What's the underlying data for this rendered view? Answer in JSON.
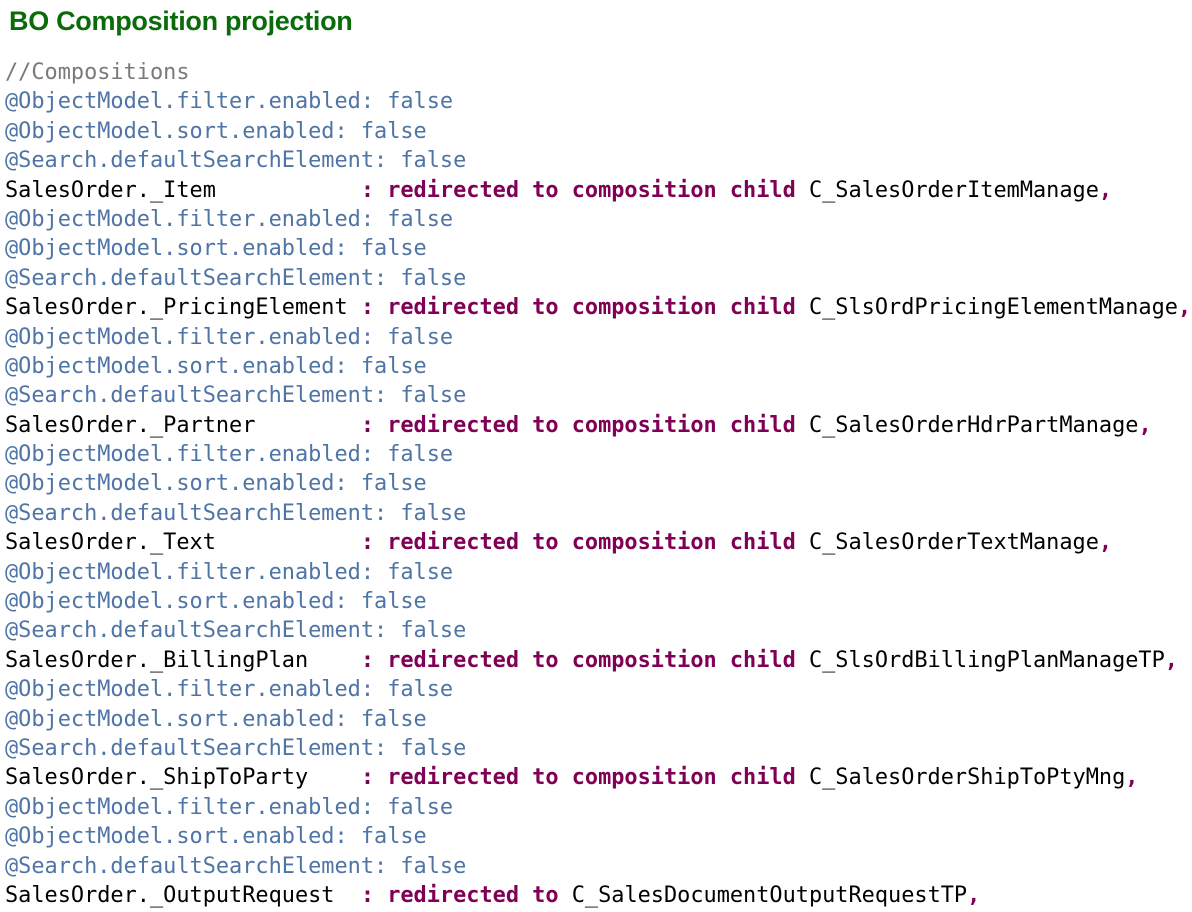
{
  "title": "BO Composition projection",
  "colors": {
    "title": "#0a6b0a",
    "comment": "#7a7a7a",
    "annotation": "#4f74a6",
    "keyword": "#7f0055",
    "text": "#000000"
  },
  "lines": [
    [
      {
        "t": "//Compositions",
        "s": "comment"
      }
    ],
    [
      {
        "t": "@ObjectModel.filter.enabled: false",
        "s": "anno"
      }
    ],
    [
      {
        "t": "@ObjectModel.sort.enabled: false",
        "s": "anno"
      }
    ],
    [
      {
        "t": "@Search.defaultSearchElement: false",
        "s": "anno"
      }
    ],
    [
      {
        "t": "SalesOrder._Item           ",
        "s": "plain"
      },
      {
        "t": ": redirected to composition child",
        "s": "kw"
      },
      {
        "t": " C_SalesOrderItemManage",
        "s": "plain"
      },
      {
        "t": ",",
        "s": "kw"
      }
    ],
    [
      {
        "t": "@ObjectModel.filter.enabled: false",
        "s": "anno"
      }
    ],
    [
      {
        "t": "@ObjectModel.sort.enabled: false",
        "s": "anno"
      }
    ],
    [
      {
        "t": "@Search.defaultSearchElement: false",
        "s": "anno"
      }
    ],
    [
      {
        "t": "SalesOrder._PricingElement ",
        "s": "plain"
      },
      {
        "t": ": redirected to composition child",
        "s": "kw"
      },
      {
        "t": " C_SlsOrdPricingElementManage",
        "s": "plain"
      },
      {
        "t": ",",
        "s": "kw"
      }
    ],
    [
      {
        "t": "@ObjectModel.filter.enabled: false",
        "s": "anno"
      }
    ],
    [
      {
        "t": "@ObjectModel.sort.enabled: false",
        "s": "anno"
      }
    ],
    [
      {
        "t": "@Search.defaultSearchElement: false",
        "s": "anno"
      }
    ],
    [
      {
        "t": "SalesOrder._Partner        ",
        "s": "plain"
      },
      {
        "t": ": redirected to composition child",
        "s": "kw"
      },
      {
        "t": " C_SalesOrderHdrPartManage",
        "s": "plain"
      },
      {
        "t": ",",
        "s": "kw"
      }
    ],
    [
      {
        "t": "@ObjectModel.filter.enabled: false",
        "s": "anno"
      }
    ],
    [
      {
        "t": "@ObjectModel.sort.enabled: false",
        "s": "anno"
      }
    ],
    [
      {
        "t": "@Search.defaultSearchElement: false",
        "s": "anno"
      }
    ],
    [
      {
        "t": "SalesOrder._Text           ",
        "s": "plain"
      },
      {
        "t": ": redirected to composition child",
        "s": "kw"
      },
      {
        "t": " C_SalesOrderTextManage",
        "s": "plain"
      },
      {
        "t": ",",
        "s": "kw"
      }
    ],
    [
      {
        "t": "@ObjectModel.filter.enabled: false",
        "s": "anno"
      }
    ],
    [
      {
        "t": "@ObjectModel.sort.enabled: false",
        "s": "anno"
      }
    ],
    [
      {
        "t": "@Search.defaultSearchElement: false",
        "s": "anno"
      }
    ],
    [
      {
        "t": "SalesOrder._BillingPlan    ",
        "s": "plain"
      },
      {
        "t": ": redirected to composition child",
        "s": "kw"
      },
      {
        "t": " C_SlsOrdBillingPlanManageTP",
        "s": "plain"
      },
      {
        "t": ",",
        "s": "kw"
      }
    ],
    [
      {
        "t": "@ObjectModel.filter.enabled: false",
        "s": "anno"
      }
    ],
    [
      {
        "t": "@ObjectModel.sort.enabled: false",
        "s": "anno"
      }
    ],
    [
      {
        "t": "@Search.defaultSearchElement: false",
        "s": "anno"
      }
    ],
    [
      {
        "t": "SalesOrder._ShipToParty    ",
        "s": "plain"
      },
      {
        "t": ": redirected to composition child",
        "s": "kw"
      },
      {
        "t": " C_SalesOrderShipToPtyMng",
        "s": "plain"
      },
      {
        "t": ",",
        "s": "kw"
      }
    ],
    [
      {
        "t": "@ObjectModel.filter.enabled: false",
        "s": "anno"
      }
    ],
    [
      {
        "t": "@ObjectModel.sort.enabled: false",
        "s": "anno"
      }
    ],
    [
      {
        "t": "@Search.defaultSearchElement: false",
        "s": "anno"
      }
    ],
    [
      {
        "t": "SalesOrder._OutputRequest  ",
        "s": "plain"
      },
      {
        "t": ": redirected to",
        "s": "kw"
      },
      {
        "t": " C_SalesDocumentOutputRequestTP",
        "s": "plain"
      },
      {
        "t": ",",
        "s": "kw"
      }
    ]
  ]
}
